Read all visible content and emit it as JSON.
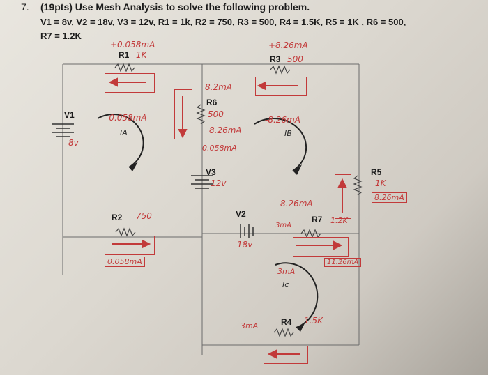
{
  "problem": {
    "number": "7.",
    "header": "(19pts) Use Mesh Analysis to solve the following problem.",
    "line1": "V1 = 8v, V2 = 18v, V3 = 12v, R1 = 1k, R2 = 750, R3 = 500, R4 = 1.5K, R5 = 1K , R6 = 500,",
    "line2": "R7 = 1.2K"
  },
  "labels": {
    "r1": "R1",
    "r2": "R2",
    "r3": "R3",
    "r4": "R4",
    "r5": "R5",
    "r6": "R6",
    "r7": "R7",
    "v1": "V1",
    "v2": "V2",
    "v3": "V3",
    "mesh_a": "IA",
    "mesh_b": "IB",
    "mesh_c": "Ic"
  },
  "annotations": {
    "r1_current": "+0.058mA",
    "r1_value": "1K",
    "r3_current": "+8.26mA",
    "r3_value": "500",
    "r6_current_top": "8.2mA",
    "r6_value": "500",
    "r6_current_mid": "8.26mA",
    "r6_current_bottom": "0.058mA",
    "mesh_a_current": "-0.058mA",
    "mesh_b_current": "-8.26mA",
    "v1_value": "8v",
    "v3_value": "12v",
    "v2_value": "18v",
    "r2_value": "750",
    "r2_current": "0.058mA",
    "r7_top": "8.26mA",
    "r7_value": "1.2K",
    "r7_current": "3mA",
    "r7_box": "11.26mA",
    "mesh_c_current": "3mA",
    "r4_value": "1.5K",
    "r4_left": "3mA",
    "r5_value": "1K",
    "r5_current": "8.26mA"
  }
}
